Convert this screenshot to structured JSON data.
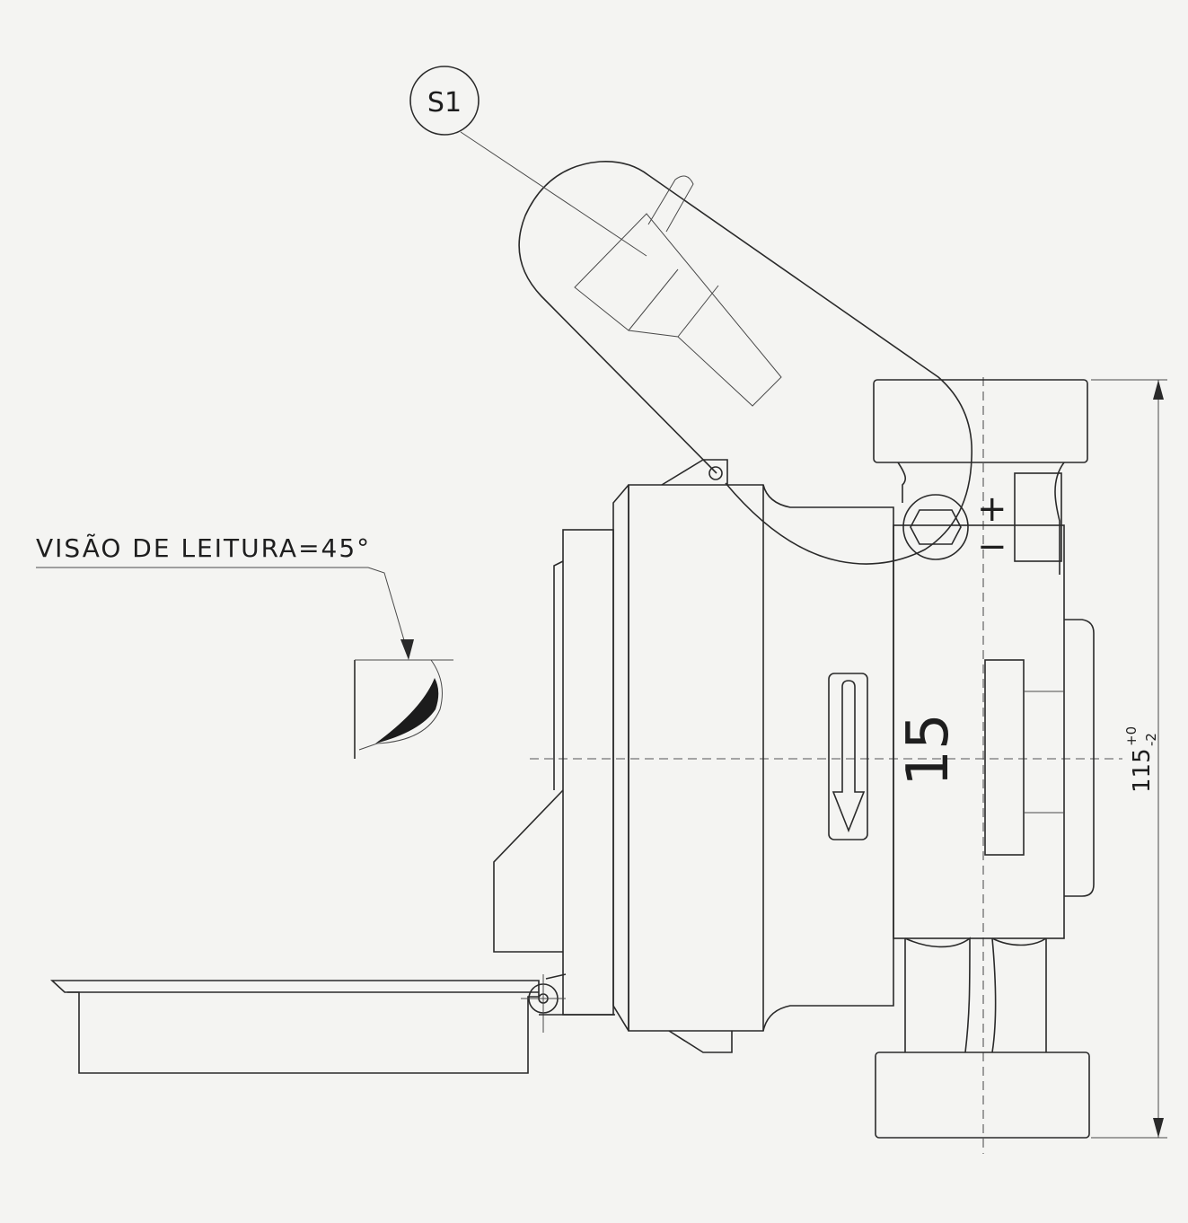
{
  "balloon": {
    "label": "S1"
  },
  "note": {
    "label": "VISÃO DE LEITURA=45°"
  },
  "body_mark": {
    "label": "15"
  },
  "dimension": {
    "nominal": "115",
    "upper_tol": "+0",
    "lower_tol": "-2"
  },
  "colors": {
    "line": "#2a2a2a",
    "paper": "#f4f4f2"
  }
}
